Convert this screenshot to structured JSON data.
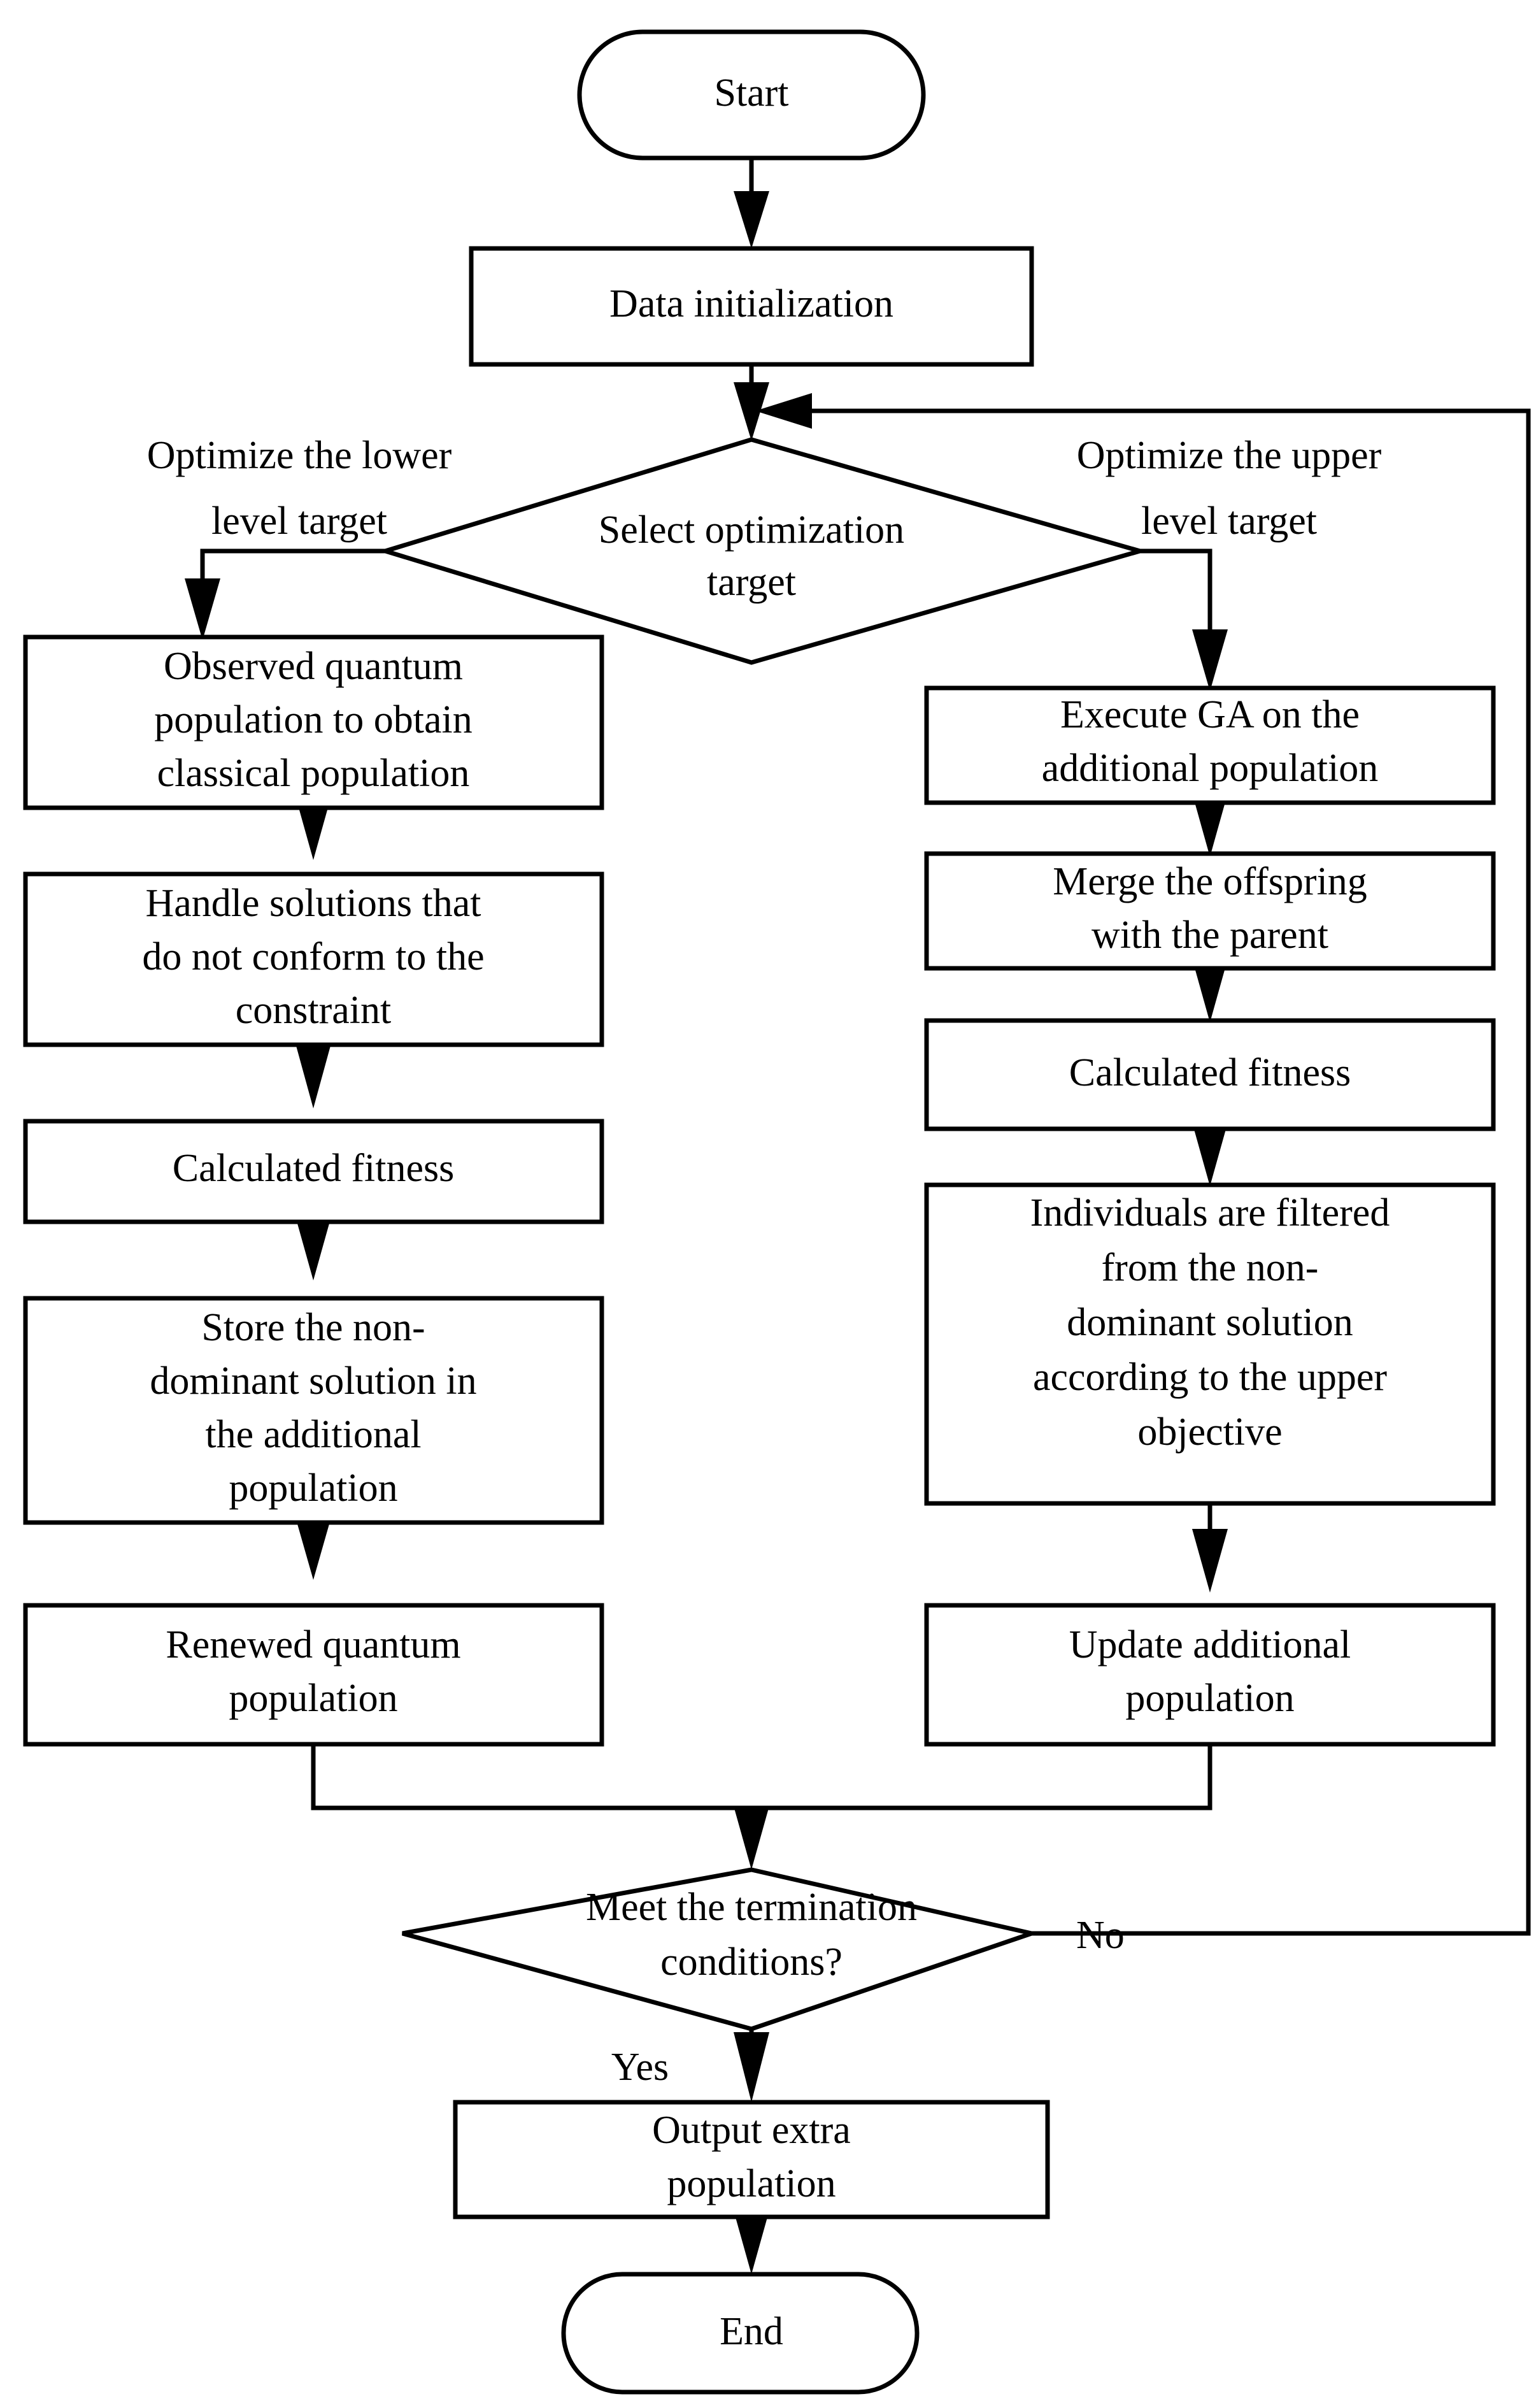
{
  "diagram": {
    "title": "Bilevel quantum genetic algorithm flowchart",
    "type": "flowchart",
    "orientation": "top-to-bottom",
    "colors": {
      "background": "#ffffff",
      "stroke": "#000000",
      "text": "#000000",
      "fill": "#ffffff"
    }
  },
  "nodes": {
    "start": {
      "label": "Start",
      "shape": "stadium"
    },
    "data_init": {
      "label": "Data initialization",
      "shape": "rectangle"
    },
    "select_target": {
      "label_line1": "Select optimization",
      "label_line2": "target",
      "shape": "diamond"
    },
    "observed_quantum": {
      "label_line1": "Observed quantum",
      "label_line2": "population to obtain",
      "label_line3": "classical population",
      "shape": "rectangle"
    },
    "handle_solutions": {
      "label_line1": "Handle solutions that",
      "label_line2": "do not conform to the",
      "label_line3": "constraint",
      "shape": "rectangle"
    },
    "calculated_fitness_left": {
      "label": "Calculated fitness",
      "shape": "rectangle"
    },
    "store_non_dominant": {
      "label_line1": "Store the non-",
      "label_line2": "dominant solution in",
      "label_line3": "the additional",
      "label_line4": "population",
      "shape": "rectangle"
    },
    "renewed_quantum": {
      "label_line1": "Renewed quantum",
      "label_line2": "population",
      "shape": "rectangle"
    },
    "execute_ga": {
      "label_line1": "Execute GA on the",
      "label_line2": "additional population",
      "shape": "rectangle"
    },
    "merge_offspring": {
      "label_line1": "Merge the offspring",
      "label_line2": "with the parent",
      "shape": "rectangle"
    },
    "calculated_fitness_right": {
      "label": "Calculated fitness",
      "shape": "rectangle"
    },
    "individuals_filtered": {
      "label_line1": "Individuals are filtered",
      "label_line2": "from the non-",
      "label_line3": "dominant solution",
      "label_line4": "according to the upper",
      "label_line5": "objective",
      "shape": "rectangle"
    },
    "update_additional": {
      "label_line1": "Update additional",
      "label_line2": "population",
      "shape": "rectangle"
    },
    "termination_check": {
      "label_line1": "Meet the termination",
      "label_line2": "conditions?",
      "shape": "diamond"
    },
    "output_extra": {
      "label_line1": "Output extra",
      "label_line2": "population",
      "shape": "rectangle"
    },
    "end": {
      "label": "End",
      "shape": "stadium"
    }
  },
  "edge_labels": {
    "lower_branch_line1": "Optimize the lower",
    "lower_branch_line2": "level target",
    "upper_branch_line1": "Optimize the upper",
    "upper_branch_line2": "level target",
    "no": "No",
    "yes": "Yes"
  },
  "chart_data": {
    "type": "diagram",
    "title": "Bilevel quantum genetic algorithm flowchart",
    "flow": [
      {
        "from": "start",
        "to": "data_init",
        "label": ""
      },
      {
        "from": "data_init",
        "to": "select_target",
        "label": ""
      },
      {
        "from": "select_target",
        "to": "observed_quantum",
        "label": "Optimize the lower level target"
      },
      {
        "from": "select_target",
        "to": "execute_ga",
        "label": "Optimize the upper level target"
      },
      {
        "from": "observed_quantum",
        "to": "handle_solutions",
        "label": ""
      },
      {
        "from": "handle_solutions",
        "to": "calculated_fitness_left",
        "label": ""
      },
      {
        "from": "calculated_fitness_left",
        "to": "store_non_dominant",
        "label": ""
      },
      {
        "from": "store_non_dominant",
        "to": "renewed_quantum",
        "label": ""
      },
      {
        "from": "execute_ga",
        "to": "merge_offspring",
        "label": ""
      },
      {
        "from": "merge_offspring",
        "to": "calculated_fitness_right",
        "label": ""
      },
      {
        "from": "calculated_fitness_right",
        "to": "individuals_filtered",
        "label": ""
      },
      {
        "from": "individuals_filtered",
        "to": "update_additional",
        "label": ""
      },
      {
        "from": "renewed_quantum",
        "to": "termination_check",
        "label": ""
      },
      {
        "from": "update_additional",
        "to": "termination_check",
        "label": ""
      },
      {
        "from": "termination_check",
        "to": "output_extra",
        "label": "Yes"
      },
      {
        "from": "termination_check",
        "to": "select_target",
        "label": "No"
      },
      {
        "from": "output_extra",
        "to": "end",
        "label": ""
      }
    ]
  }
}
